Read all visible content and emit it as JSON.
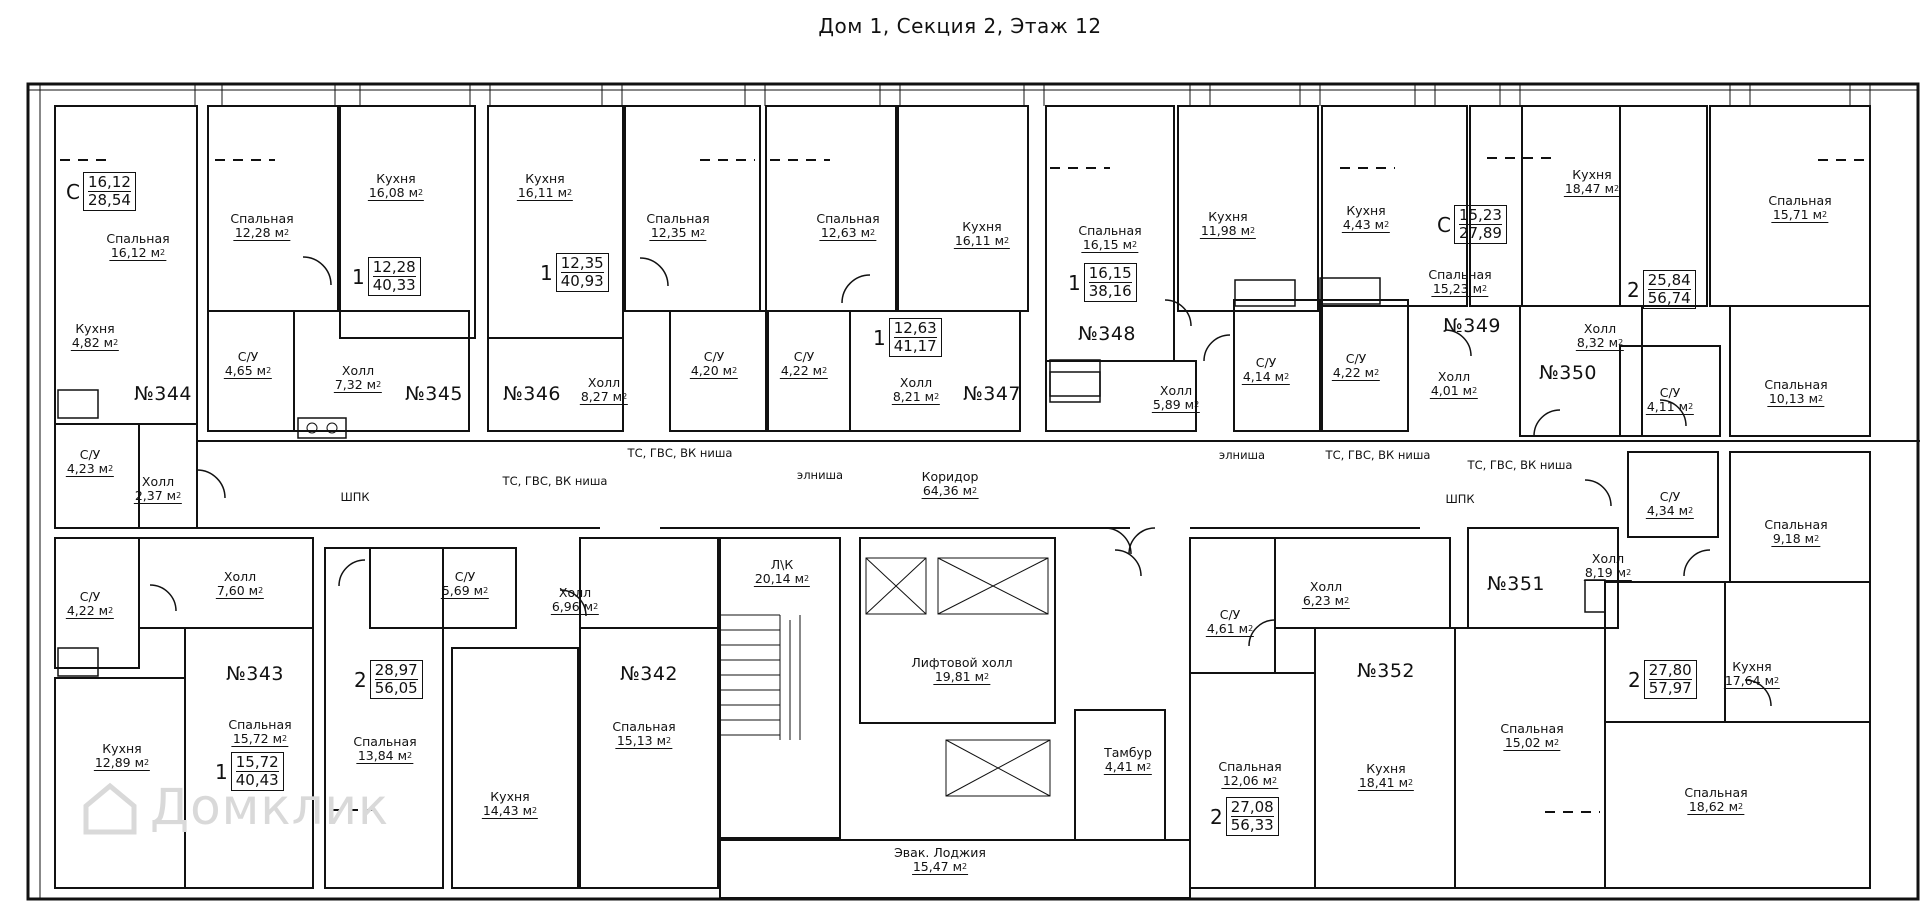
{
  "title": "Дом 1, Секция 2, Этаж 12",
  "watermark": "Домклик",
  "apartments": [
    {
      "id": "apt-344",
      "label": "№344"
    },
    {
      "id": "apt-345",
      "label": "№345"
    },
    {
      "id": "apt-346",
      "label": "№346"
    },
    {
      "id": "apt-347",
      "label": "№347"
    },
    {
      "id": "apt-348",
      "label": "№348"
    },
    {
      "id": "apt-349",
      "label": "№349"
    },
    {
      "id": "apt-350",
      "label": "№350"
    },
    {
      "id": "apt-351",
      "label": "№351"
    },
    {
      "id": "apt-352",
      "label": "№352"
    },
    {
      "id": "apt-342",
      "label": "№342"
    },
    {
      "id": "apt-343",
      "label": "№343"
    }
  ],
  "badges": [
    {
      "id": "b344",
      "rooms": "С",
      "living": "16,12",
      "total": "28,54"
    },
    {
      "id": "b345",
      "rooms": "1",
      "living": "12,28",
      "total": "40,33"
    },
    {
      "id": "b346",
      "rooms": "1",
      "living": "12,35",
      "total": "40,93"
    },
    {
      "id": "b347",
      "rooms": "1",
      "living": "12,63",
      "total": "41,17"
    },
    {
      "id": "b348",
      "rooms": "1",
      "living": "16,15",
      "total": "38,16"
    },
    {
      "id": "b349",
      "rooms": "С",
      "living": "15,23",
      "total": "27,89"
    },
    {
      "id": "b350",
      "rooms": "2",
      "living": "25,84",
      "total": "56,74"
    },
    {
      "id": "b351",
      "rooms": "2",
      "living": "27,80",
      "total": "57,97"
    },
    {
      "id": "b352",
      "rooms": "2",
      "living": "27,08",
      "total": "56,33"
    },
    {
      "id": "b342",
      "rooms": "2",
      "living": "28,97",
      "total": "56,05"
    },
    {
      "id": "b343",
      "rooms": "1",
      "living": "15,72",
      "total": "40,43"
    }
  ],
  "rooms": [
    {
      "name": "Спальная",
      "area": "16,12 м"
    },
    {
      "name": "Кухня",
      "area": "4,82 м"
    },
    {
      "name": "С/У",
      "area": "4,23 м"
    },
    {
      "name": "Холл",
      "area": "2,37 м"
    },
    {
      "name": "Спальная",
      "area": "12,28 м"
    },
    {
      "name": "Кухня",
      "area": "16,08 м"
    },
    {
      "name": "С/У",
      "area": "4,65 м"
    },
    {
      "name": "Холл",
      "area": "7,32 м"
    },
    {
      "name": "Кухня",
      "area": "16,11 м"
    },
    {
      "name": "Холл",
      "area": "8,27 м"
    },
    {
      "name": "Спальная",
      "area": "12,35 м"
    },
    {
      "name": "С/У",
      "area": "4,20 м"
    },
    {
      "name": "Спальная",
      "area": "12,63 м"
    },
    {
      "name": "С/У",
      "area": "4,22 м"
    },
    {
      "name": "Кухня",
      "area": "16,11 м"
    },
    {
      "name": "Холл",
      "area": "8,21 м"
    },
    {
      "name": "Спальная",
      "area": "16,15 м"
    },
    {
      "name": "Кухня",
      "area": "11,98 м"
    },
    {
      "name": "Холл",
      "area": "5,89 м"
    },
    {
      "name": "С/У",
      "area": "4,14 м"
    },
    {
      "name": "Кухня",
      "area": "4,43 м"
    },
    {
      "name": "Спальная",
      "area": "15,23 м"
    },
    {
      "name": "С/У",
      "area": "4,22 м"
    },
    {
      "name": "Холл",
      "area": "4,01 м"
    },
    {
      "name": "Кухня",
      "area": "18,47 м"
    },
    {
      "name": "Спальная",
      "area": "15,71 м"
    },
    {
      "name": "Холл",
      "area": "8,32 м"
    },
    {
      "name": "С/У",
      "area": "4,11 м"
    },
    {
      "name": "Спальная",
      "area": "10,13 м"
    },
    {
      "name": "С/У",
      "area": "4,34 м"
    },
    {
      "name": "Спальная",
      "area": "9,18 м"
    },
    {
      "name": "Холл",
      "area": "8,19 м"
    },
    {
      "name": "Кухня",
      "area": "17,64 м"
    },
    {
      "name": "Спальная",
      "area": "18,62 м"
    },
    {
      "name": "Коридор",
      "area": "64,36 м"
    },
    {
      "name": "С/У",
      "area": "4,22 м"
    },
    {
      "name": "Холл",
      "area": "7,60 м"
    },
    {
      "name": "Кухня",
      "area": "12,89 м"
    },
    {
      "name": "Спальная",
      "area": "15,72 м"
    },
    {
      "name": "С/У",
      "area": "5,69 м"
    },
    {
      "name": "Холл",
      "area": "6,96 м"
    },
    {
      "name": "Спальная",
      "area": "13,84 м"
    },
    {
      "name": "Кухня",
      "area": "14,43 м"
    },
    {
      "name": "Спальная",
      "area": "15,13 м"
    },
    {
      "name": "Л\\К",
      "area": "20,14 м"
    },
    {
      "name": "Лифтовой холл",
      "area": "19,81 м"
    },
    {
      "name": "Тамбур",
      "area": "4,41 м"
    },
    {
      "name": "Эвак. Лоджия",
      "area": "15,47 м"
    },
    {
      "name": "С/У",
      "area": "4,61 м"
    },
    {
      "name": "Холл",
      "area": "6,23 м"
    },
    {
      "name": "Спальная",
      "area": "12,06 м"
    },
    {
      "name": "Кухня",
      "area": "18,41 м"
    },
    {
      "name": "Спальная",
      "area": "15,02 м"
    }
  ],
  "notes": [
    {
      "text": "ТС, ГВС, ВК ниша"
    },
    {
      "text": "элниша"
    },
    {
      "text": "ТС, ГВС, ВК ниша"
    },
    {
      "text": "ШПК"
    },
    {
      "text": "элниша"
    },
    {
      "text": "ТС, ГВС, ВК ниша"
    },
    {
      "text": "ТС, ГВС, ВК ниша"
    },
    {
      "text": "ШПК"
    }
  ],
  "area_unit_sup": "2"
}
